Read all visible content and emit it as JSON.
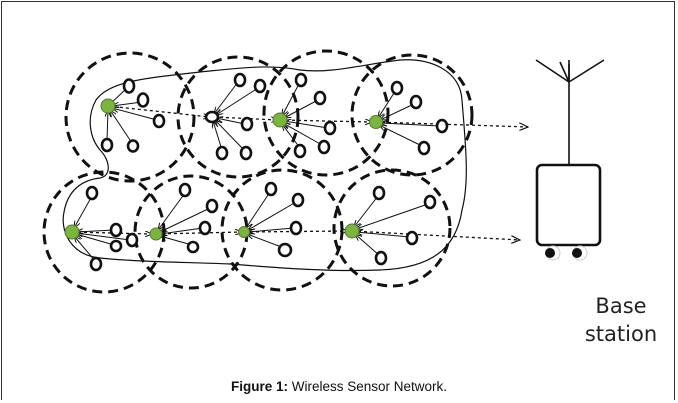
{
  "base_station": {
    "line1": "Base",
    "line2": "station"
  },
  "caption": {
    "label": "Figure 1:",
    "text": " Wireless Sensor Network."
  },
  "colors": {
    "cluster_head": "#7cb342",
    "stroke": "#111111"
  },
  "clusters": [
    {
      "name": "cluster-top-1",
      "members": 6
    },
    {
      "name": "cluster-top-2",
      "members": 6
    },
    {
      "name": "cluster-top-3",
      "members": 6
    },
    {
      "name": "cluster-top-4",
      "members": 5
    },
    {
      "name": "cluster-bottom-1",
      "members": 6
    },
    {
      "name": "cluster-bottom-2",
      "members": 5
    },
    {
      "name": "cluster-bottom-3",
      "members": 5
    },
    {
      "name": "cluster-bottom-4",
      "members": 5
    }
  ]
}
